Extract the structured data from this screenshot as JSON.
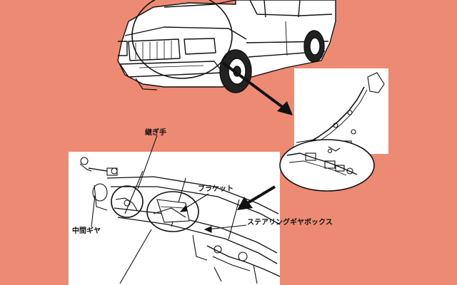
{
  "labels": {
    "joint": "継ぎ手",
    "bracket": "ブラケット",
    "steering_gearbox": "ステアリングギヤボックス",
    "intermediate_gear": "中間ギヤ"
  },
  "colors": {
    "background": "#ec8a73",
    "panel": "#ffffff",
    "ink": "#111111"
  }
}
